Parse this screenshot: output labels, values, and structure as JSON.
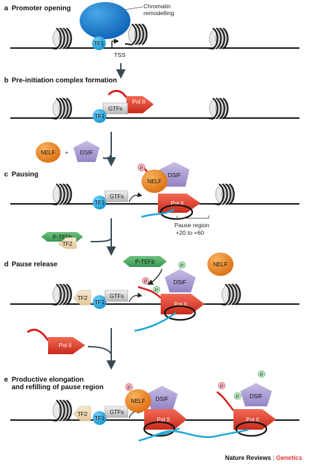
{
  "panels": [
    {
      "letter": "a",
      "title": "Promoter opening"
    },
    {
      "letter": "b",
      "title": "Pre-initiation complex formation"
    },
    {
      "letter": "c",
      "title": "Pausing"
    },
    {
      "letter": "d",
      "title": "Pause release"
    },
    {
      "letter": "e",
      "title_line1": "Productive elongation",
      "title_line2": "and refilling of pause region"
    }
  ],
  "labels": {
    "chromatin_line1": "Chromatin",
    "chromatin_line2": "remodelling",
    "tss": "TSS",
    "tf1": "TF1",
    "tf2": "TF2",
    "gtfs": "GTFs",
    "pol2": "Pol II",
    "nelf": "NELF",
    "dsif": "DSIF",
    "plus": "+",
    "ptefb": "P-TEFb",
    "p": "P",
    "pause_region": "Pause region",
    "pause_range": "+20 to +60"
  },
  "credit": {
    "journal": "Nature Reviews",
    "separator": " | ",
    "section": "Genetics"
  },
  "colors": {
    "tf1": "#29a9e0",
    "nelf": "#e8801e",
    "dsif": "#a99ad0",
    "pol2": "#e13c2c",
    "ptefb": "#4da862",
    "tf2": "#f1ddb8",
    "phospho": "#f3b7c4",
    "rna": "#d41f1f",
    "nascent": "#1fa8d8",
    "credit_accent": "#e4342b"
  }
}
